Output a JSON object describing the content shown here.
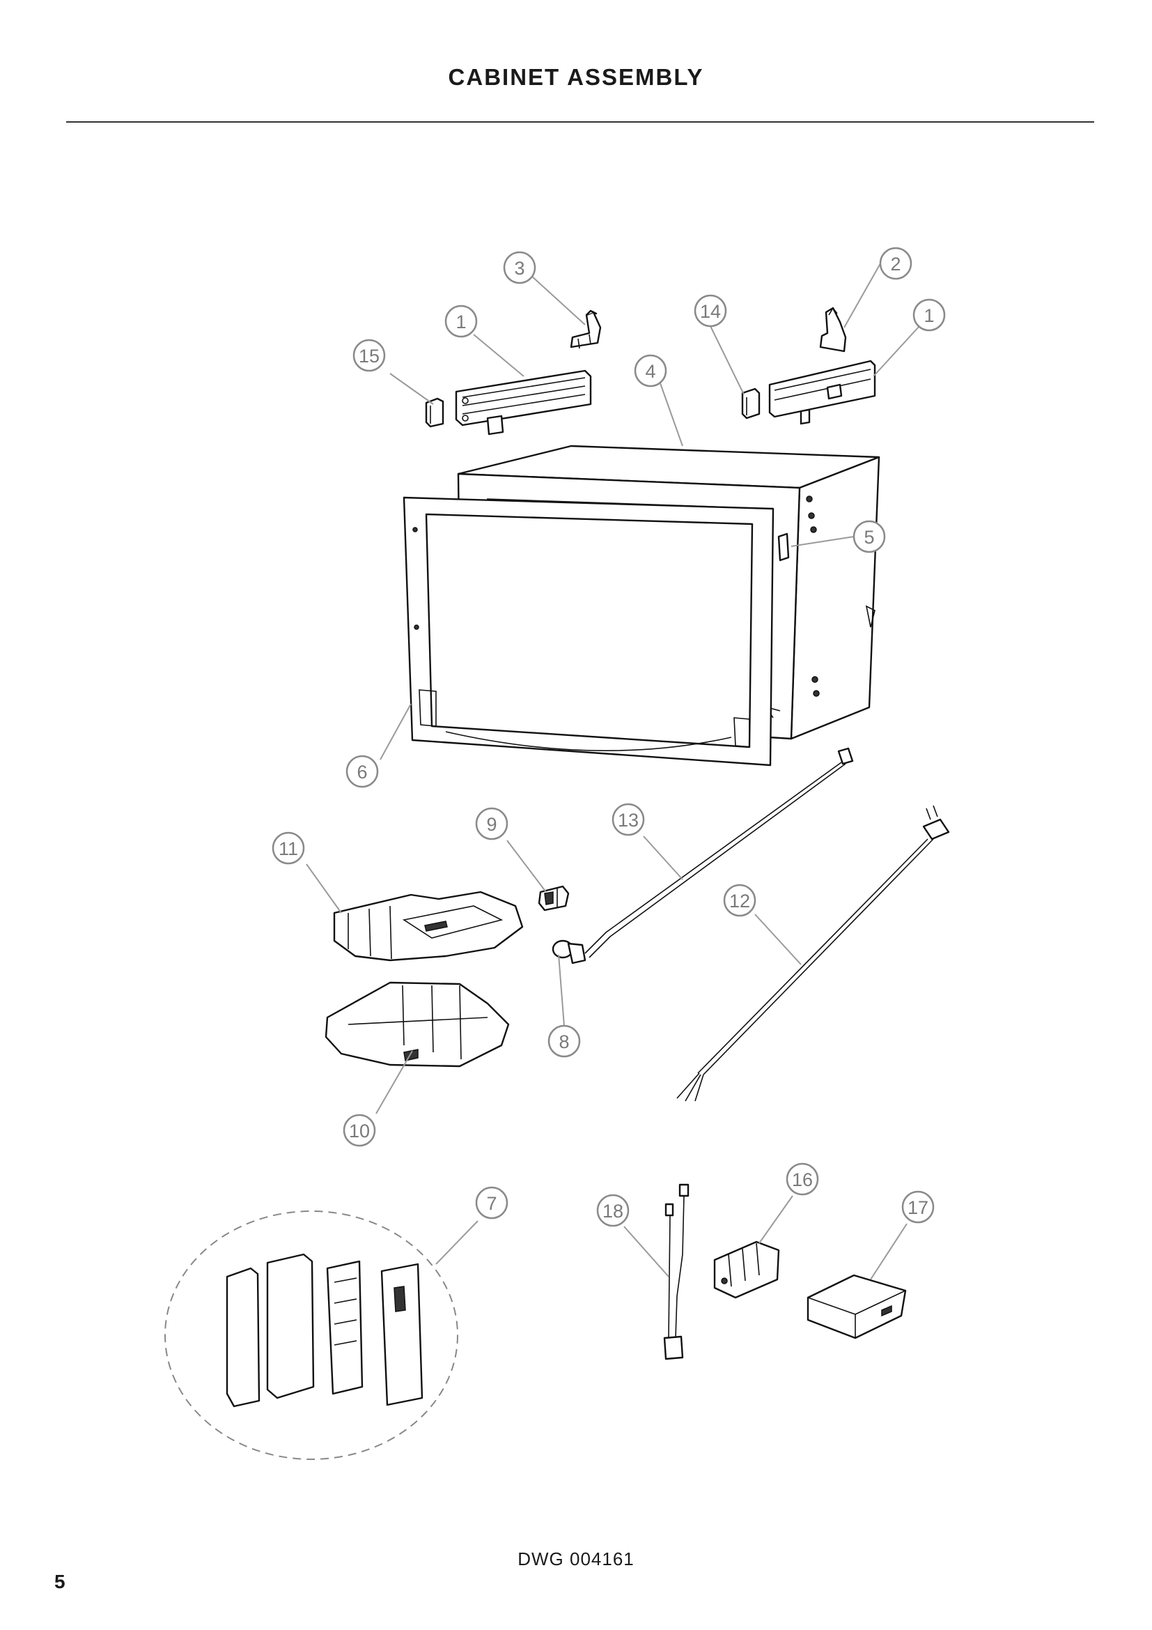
{
  "page": {
    "title": "CABINET ASSEMBLY",
    "drawing_number": "DWG 004161",
    "page_number": "5"
  },
  "callouts": [
    {
      "id": "c3",
      "label": "3"
    },
    {
      "id": "c2",
      "label": "2"
    },
    {
      "id": "c1a",
      "label": "1"
    },
    {
      "id": "c14",
      "label": "14"
    },
    {
      "id": "c1b",
      "label": "1"
    },
    {
      "id": "c15",
      "label": "15"
    },
    {
      "id": "c4",
      "label": "4"
    },
    {
      "id": "c5",
      "label": "5"
    },
    {
      "id": "c6",
      "label": "6"
    },
    {
      "id": "c9",
      "label": "9"
    },
    {
      "id": "c13",
      "label": "13"
    },
    {
      "id": "c11",
      "label": "11"
    },
    {
      "id": "c12",
      "label": "12"
    },
    {
      "id": "c8",
      "label": "8"
    },
    {
      "id": "c10",
      "label": "10"
    },
    {
      "id": "c16",
      "label": "16"
    },
    {
      "id": "c7",
      "label": "7"
    },
    {
      "id": "c18",
      "label": "18"
    },
    {
      "id": "c17",
      "label": "17"
    }
  ]
}
